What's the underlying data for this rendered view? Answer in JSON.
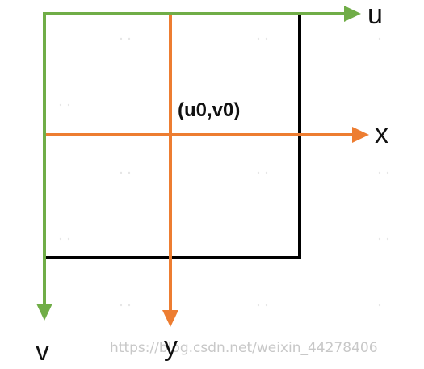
{
  "diagram": {
    "labels": {
      "u_axis": "u",
      "v_axis": "v",
      "x_axis": "x",
      "y_axis": "y",
      "principal_point": "(u0,v0)"
    },
    "watermark": "https://blog.csdn.net/weixin_44278406",
    "colors": {
      "pixel_axes": "#70ad47",
      "image_axes": "#ed7d31",
      "image_border": "#000000",
      "text": "#111111",
      "watermark": "#c8c8c8"
    }
  }
}
